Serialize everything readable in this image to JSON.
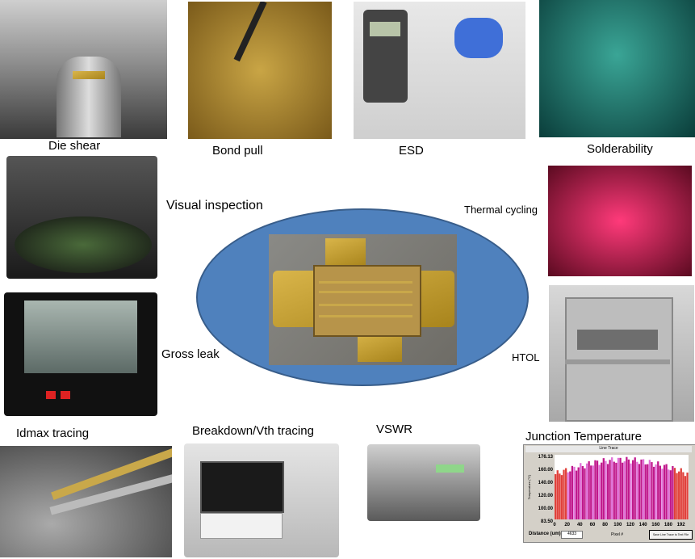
{
  "labels": {
    "die_shear": "Die shear",
    "bond_pull": "Bond pull",
    "esd": "ESD",
    "solderability": "Solderability",
    "visual_inspection": "Visual inspection",
    "thermal_cycling": "Thermal cycling",
    "gross_leak": "Gross leak",
    "htol": "HTOL",
    "idmax_tracing": "Idmax tracing",
    "breakdown_vth": "Breakdown/Vth tracing",
    "vswr": "VSWR",
    "junction_temperature": "Junction Temperature"
  },
  "junction_chart": {
    "tab": "Line Trace",
    "ylabel": "Temperature (°C)",
    "yticks": [
      "176.13",
      "160.00",
      "140.00",
      "120.00",
      "100.00",
      "83.50"
    ],
    "xticks": [
      "0",
      "20",
      "40",
      "60",
      "80",
      "100",
      "120",
      "140",
      "160",
      "180",
      "192"
    ],
    "xlabel": "Pixel #",
    "distance_label": "Distance (um)",
    "distance_value": "4633",
    "save_button": "Save Line Trace to Text File"
  },
  "colors": {
    "ellipse": "#4f81bd",
    "ellipse_border": "#385d8a"
  }
}
